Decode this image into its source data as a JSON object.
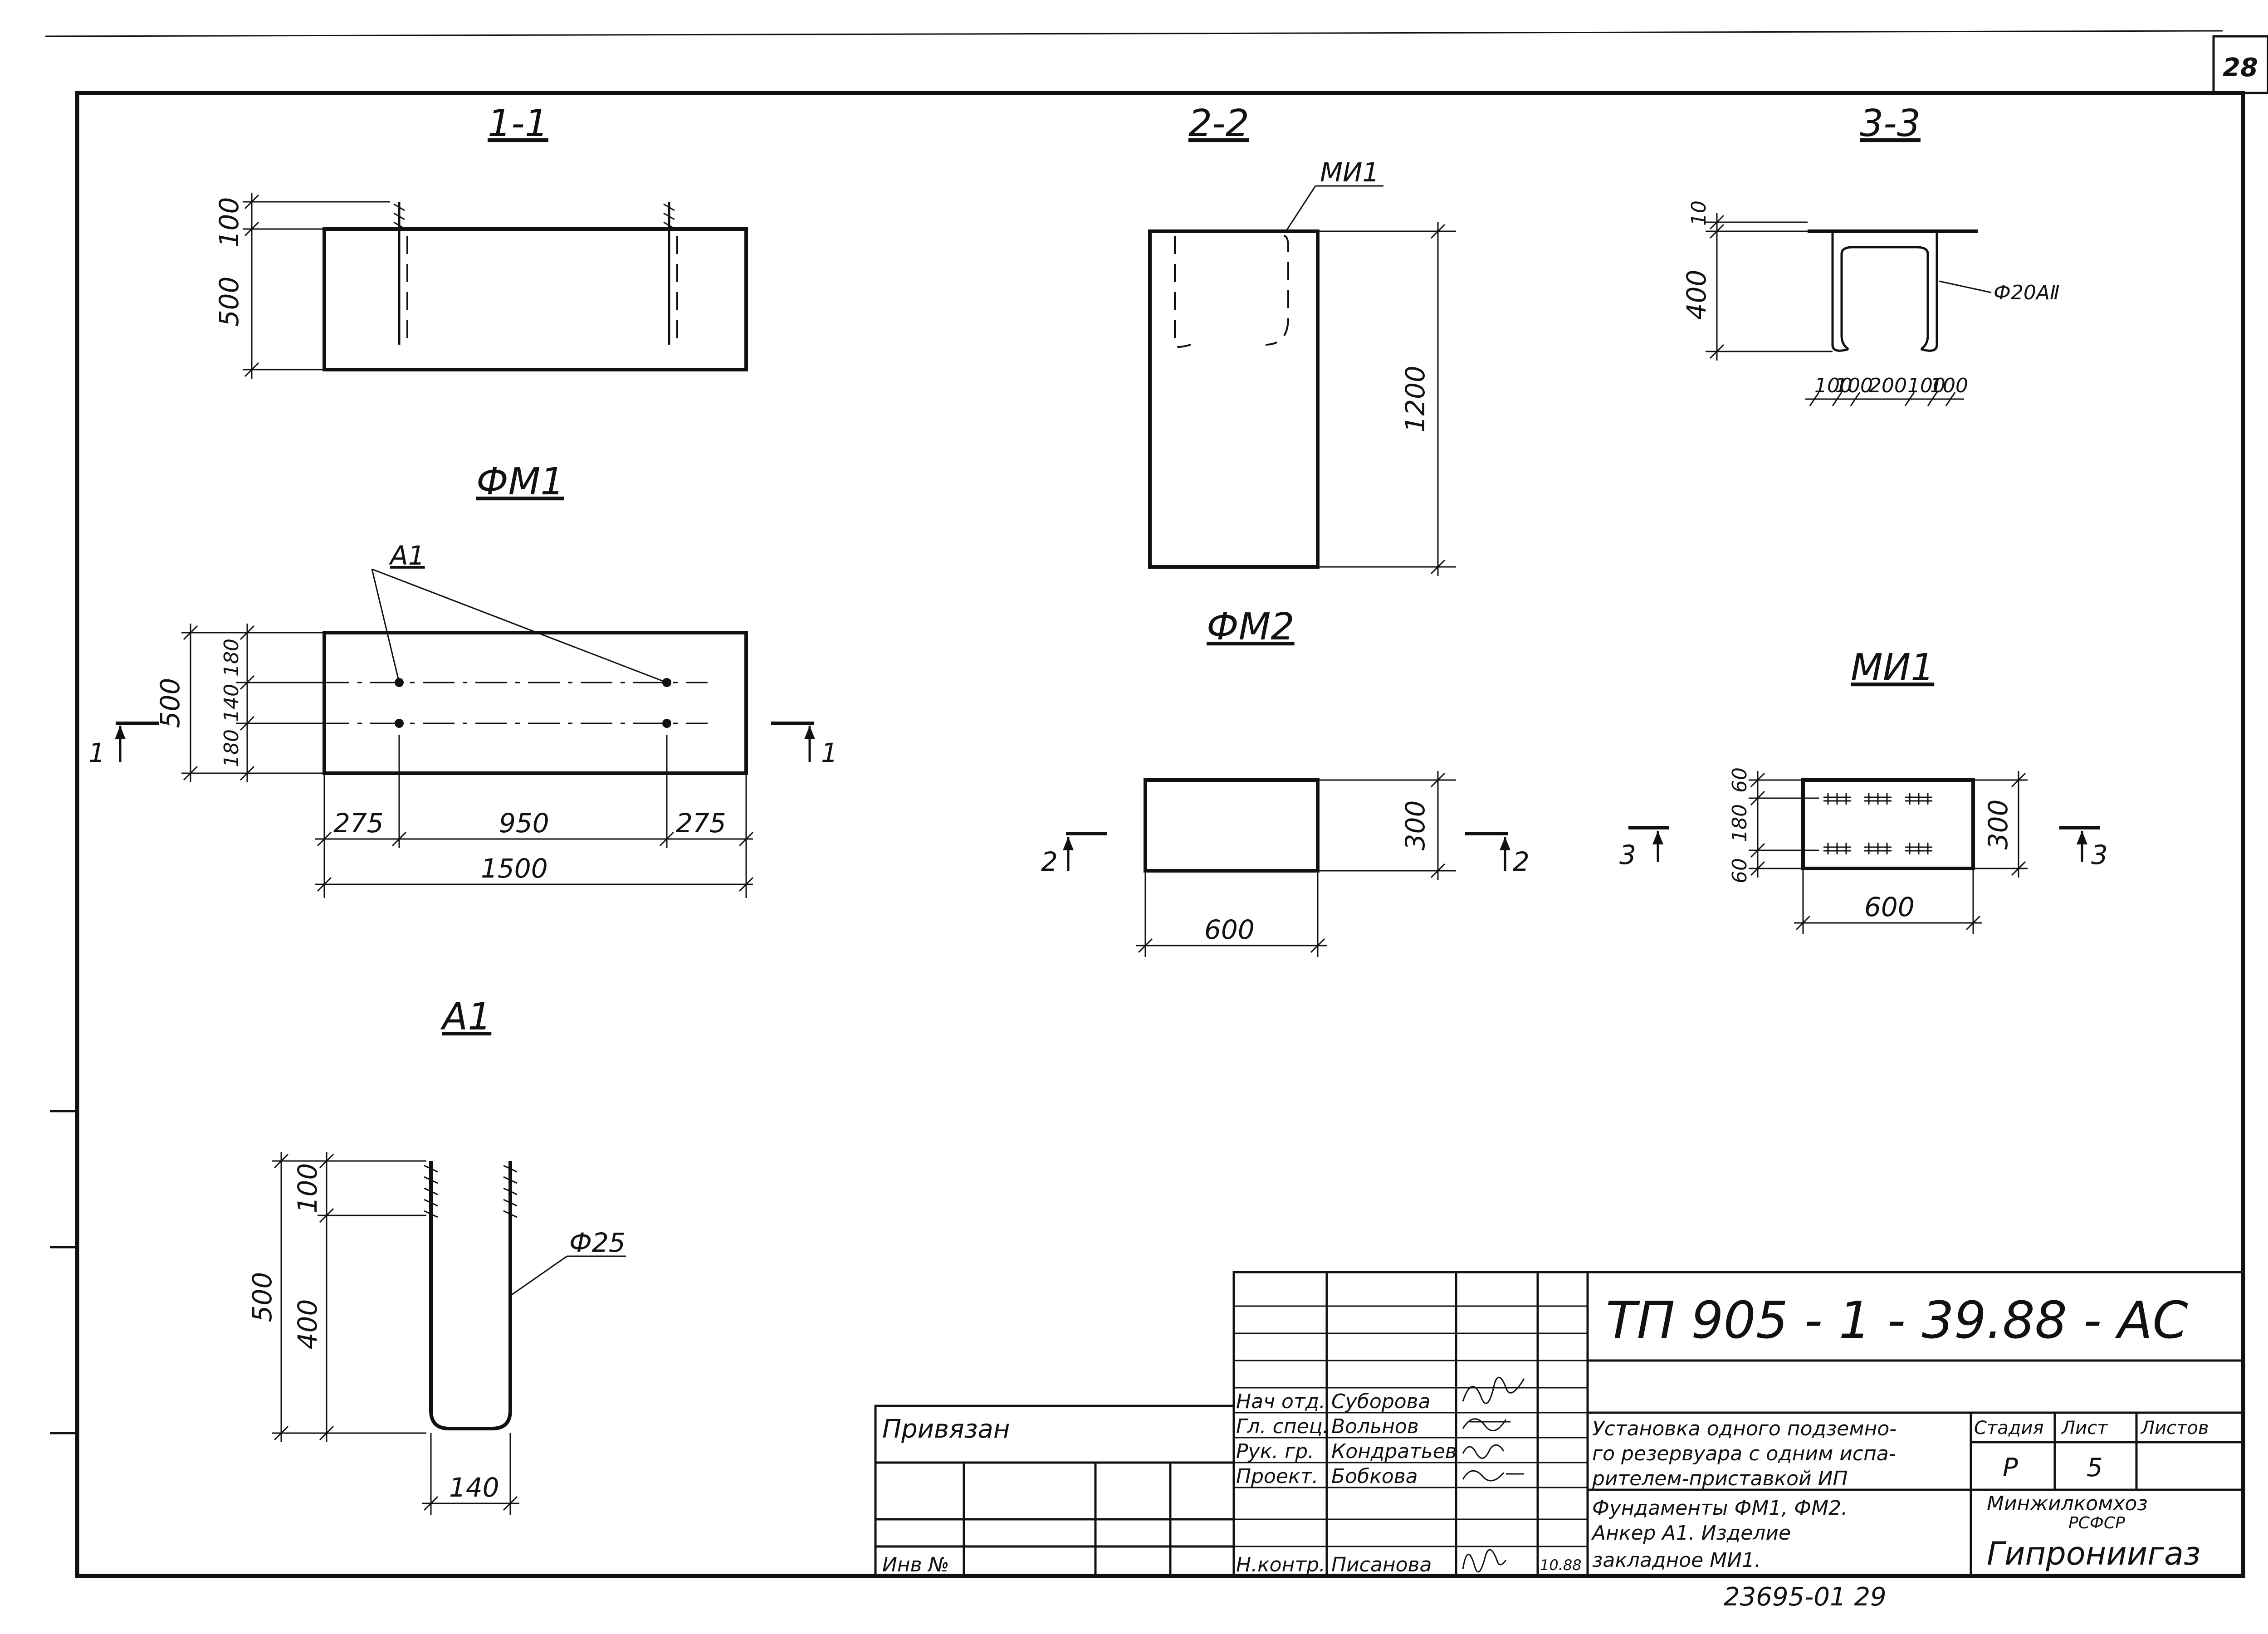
{
  "sheet": {
    "corner_number": "28"
  },
  "views": {
    "section_1_1": {
      "title": "1-1",
      "dims": {
        "top": "100",
        "height": "500"
      }
    },
    "section_2_2": {
      "title": "2-2",
      "callout": "МИ1",
      "dims": {
        "height": "1200"
      }
    },
    "section_3_3": {
      "title": "3-3",
      "callout": "Ф20АⅡ",
      "dims": {
        "top": "10",
        "height": "400",
        "b1": "100",
        "b2": "100",
        "b3": "200",
        "b4": "100",
        "b5": "100"
      }
    },
    "plan_fm1": {
      "title": "ФМ1",
      "callout": "А1",
      "section_label_left": "1",
      "section_label_right": "1",
      "dims": {
        "total_h": "500",
        "h1": "180",
        "h2": "140",
        "h3": "180",
        "w1": "275",
        "w2": "950",
        "w3": "275",
        "total_w": "1500"
      }
    },
    "plan_fm2": {
      "title": "ФМ2",
      "section_label_left": "2",
      "section_label_right": "2",
      "dims": {
        "height": "300",
        "width": "600"
      }
    },
    "plan_mi1": {
      "title": "МИ1",
      "section_label_left": "3",
      "section_label_right": "3",
      "dims": {
        "v1": "60",
        "v2": "180",
        "v3": "60",
        "height": "300",
        "width": "600"
      }
    },
    "anchor_a1": {
      "title": "А1",
      "callout": "Ф25",
      "dims": {
        "total": "500",
        "top": "100",
        "straight": "400",
        "width": "140"
      }
    }
  },
  "title_block": {
    "bound_label": "Привязан",
    "inv_label": "Инв №",
    "signers": [
      {
        "role": "Нач отд.",
        "name": "Суборова"
      },
      {
        "role": "Гл. спец.",
        "name": "Вольнов"
      },
      {
        "role": "Рук. гр.",
        "name": "Кондратьев"
      },
      {
        "role": "Проект.",
        "name": "Бобкова"
      },
      {
        "role": "Н.контр.",
        "name": "Писанова"
      }
    ],
    "date": "10.88",
    "doc_code": "ТП  905 - 1 - 39.88 - АС",
    "project_title": [
      "Установка одного подземно-",
      "го резервуара с одним испа-",
      "рителем-приставкой ИП"
    ],
    "sheet_title": [
      "Фундаменты  ФМ1, ФМ2.",
      "Анкер  А1.   Изделие",
      "закладное  МИ1."
    ],
    "stage_label": "Стадия",
    "sheet_label": "Лист",
    "sheets_label": "Листов",
    "stage_value": "Р",
    "sheet_value": "5",
    "org_line1": "Минжилкомхоз",
    "org_line2": "РСФСР",
    "org_name": "Гипрониигаз"
  },
  "footer_number": "23695-01   29"
}
